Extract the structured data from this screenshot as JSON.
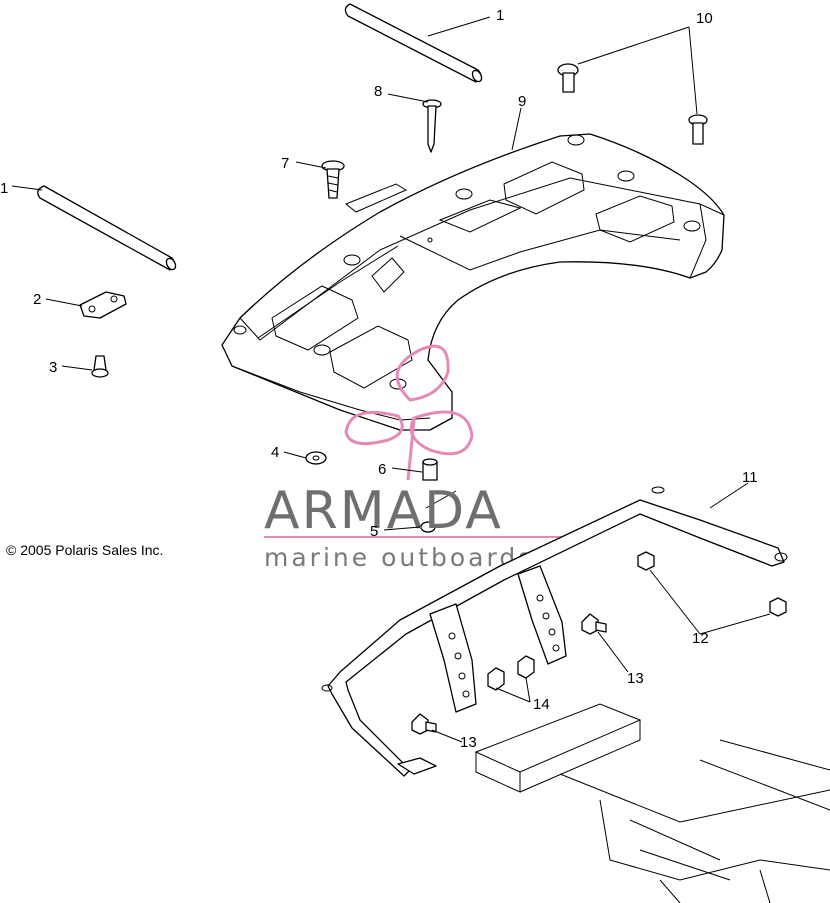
{
  "copyright": "© 2005 Polaris Sales Inc.",
  "watermark": {
    "brand": "ARMADA",
    "tagline": "marine outboards",
    "accent_color": "#e58ab8",
    "text_color": "#6f6f6f"
  },
  "callouts": [
    {
      "id": "c1a",
      "label": "1"
    },
    {
      "id": "c1b",
      "label": "1"
    },
    {
      "id": "c2",
      "label": "2"
    },
    {
      "id": "c3",
      "label": "3"
    },
    {
      "id": "c4",
      "label": "4"
    },
    {
      "id": "c5",
      "label": "5"
    },
    {
      "id": "c6",
      "label": "6"
    },
    {
      "id": "c7",
      "label": "7"
    },
    {
      "id": "c8",
      "label": "8"
    },
    {
      "id": "c9",
      "label": "9"
    },
    {
      "id": "c10",
      "label": "10"
    },
    {
      "id": "c11",
      "label": "11"
    },
    {
      "id": "c12",
      "label": "12"
    },
    {
      "id": "c13a",
      "label": "13"
    },
    {
      "id": "c13b",
      "label": "13"
    },
    {
      "id": "c14",
      "label": "14"
    }
  ]
}
